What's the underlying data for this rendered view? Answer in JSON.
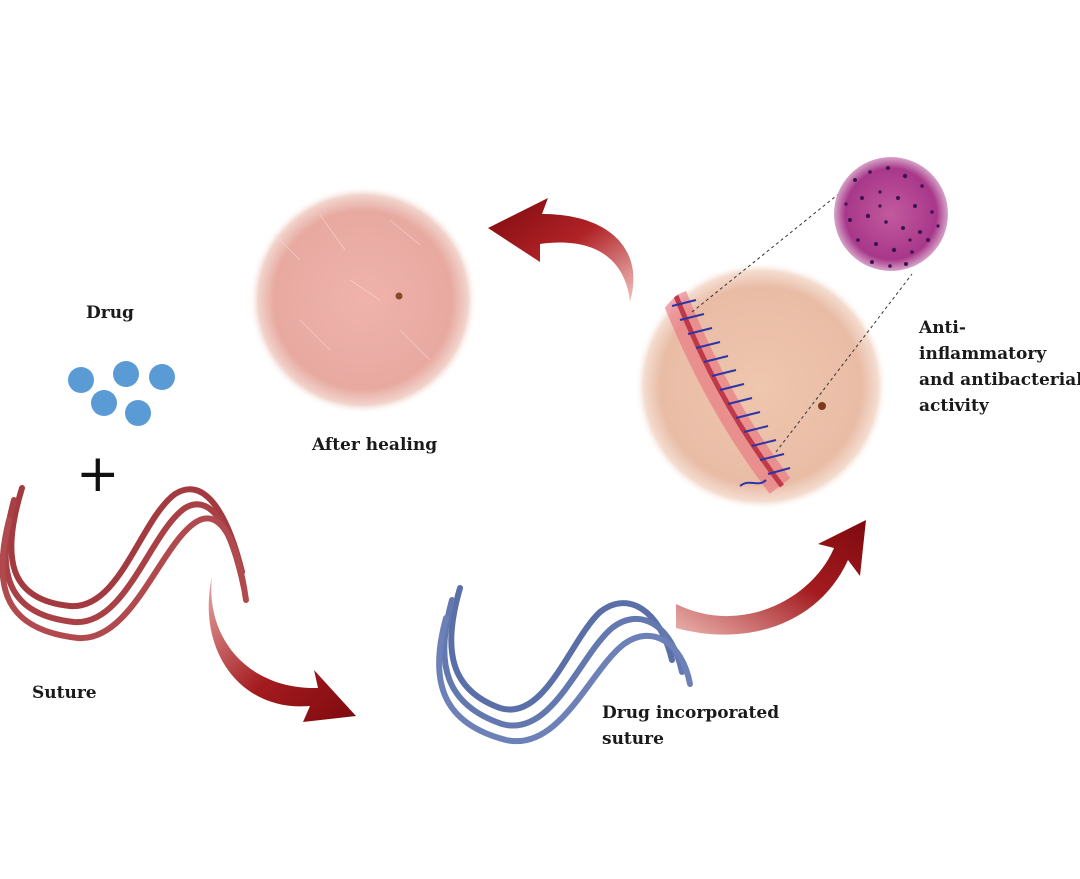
{
  "labels": {
    "drug": "Drug",
    "suture": "Suture",
    "after_healing": "After healing",
    "drug_incorporated_line1": "Drug incorporated",
    "drug_incorporated_line2": "suture",
    "activity_line1": "Anti-",
    "activity_line2": "inflammatory",
    "activity_line3": "and antibacterial",
    "activity_line4": "activity",
    "plus": "+"
  },
  "colors": {
    "drug_particles": "#5b9bd5",
    "plain_suture": "#a33a3f",
    "drug_suture": "#5a6fa8",
    "arrows": "#8e1115",
    "skin": "#e8b3a6",
    "tissue_stain": "#b0428a",
    "stitches": "#2a35a8"
  }
}
